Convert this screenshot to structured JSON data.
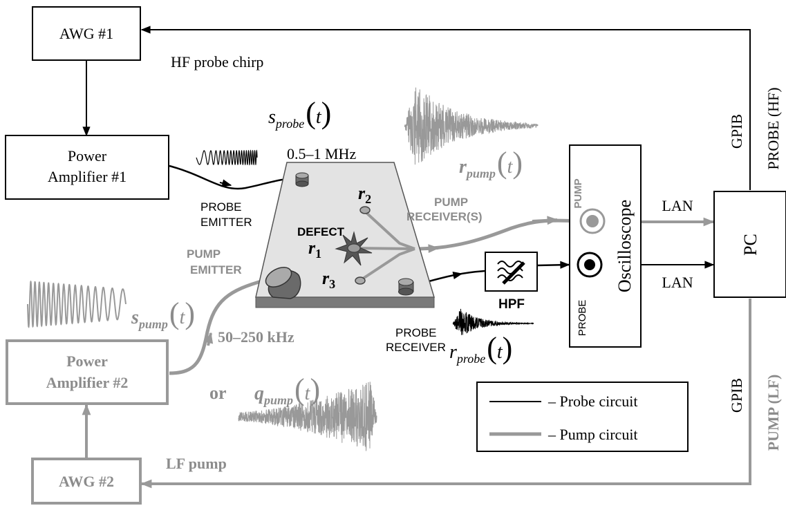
{
  "boxes": {
    "awg1": "AWG #1",
    "power_amp1_line1": "Power",
    "power_amp1_line2": "Amplifier #1",
    "power_amp2_line1": "Power",
    "power_amp2_line2": "Amplifier #2",
    "awg2": "AWG #2",
    "oscilloscope": "Oscilloscope",
    "pc": "PC",
    "hpf": "HPF"
  },
  "labels": {
    "hf_probe_chirp": "HF probe chirp",
    "probe_freq": "0.5–1 MHz",
    "pump_freq": "50–250 kHz",
    "probe_emitter_1": "PROBE",
    "probe_emitter_2": "EMITTER",
    "pump_emitter_1": "PUMP",
    "pump_emitter_2": "EMITTER",
    "pump_receivers_1": "PUMP",
    "pump_receivers_2": "RECEIVER(S)",
    "probe_receiver_1": "PROBE",
    "probe_receiver_2": "RECEIVER",
    "defect": "DEFECT",
    "r1": "r",
    "r1_sub": "1",
    "r2": "r",
    "r2_sub": "2",
    "r3": "r",
    "r3_sub": "3",
    "or": "or",
    "lf_pump": "LF pump",
    "lan_top": "LAN",
    "lan_bottom": "LAN",
    "gpib_top": "GPIB",
    "gpib_bottom": "GPIB",
    "probe_hf": "PROBE (HF)",
    "pump_lf": "PUMP (LF)",
    "osc_pump": "PUMP",
    "osc_probe": "PROBE"
  },
  "signals": {
    "s_probe_main": "s",
    "s_probe_sub": "probe",
    "s_pump_main": "s",
    "s_pump_sub": "pump",
    "r_pump_main": "r",
    "r_pump_sub": "pump",
    "r_probe_main": "r",
    "r_probe_sub": "probe",
    "q_pump_main": "q",
    "q_pump_sub": "pump",
    "t_arg": "t"
  },
  "legend": {
    "probe_circuit": "– Probe circuit",
    "pump_circuit": "– Pump circuit"
  },
  "colors": {
    "probe": "#000000",
    "pump": "#999999"
  }
}
